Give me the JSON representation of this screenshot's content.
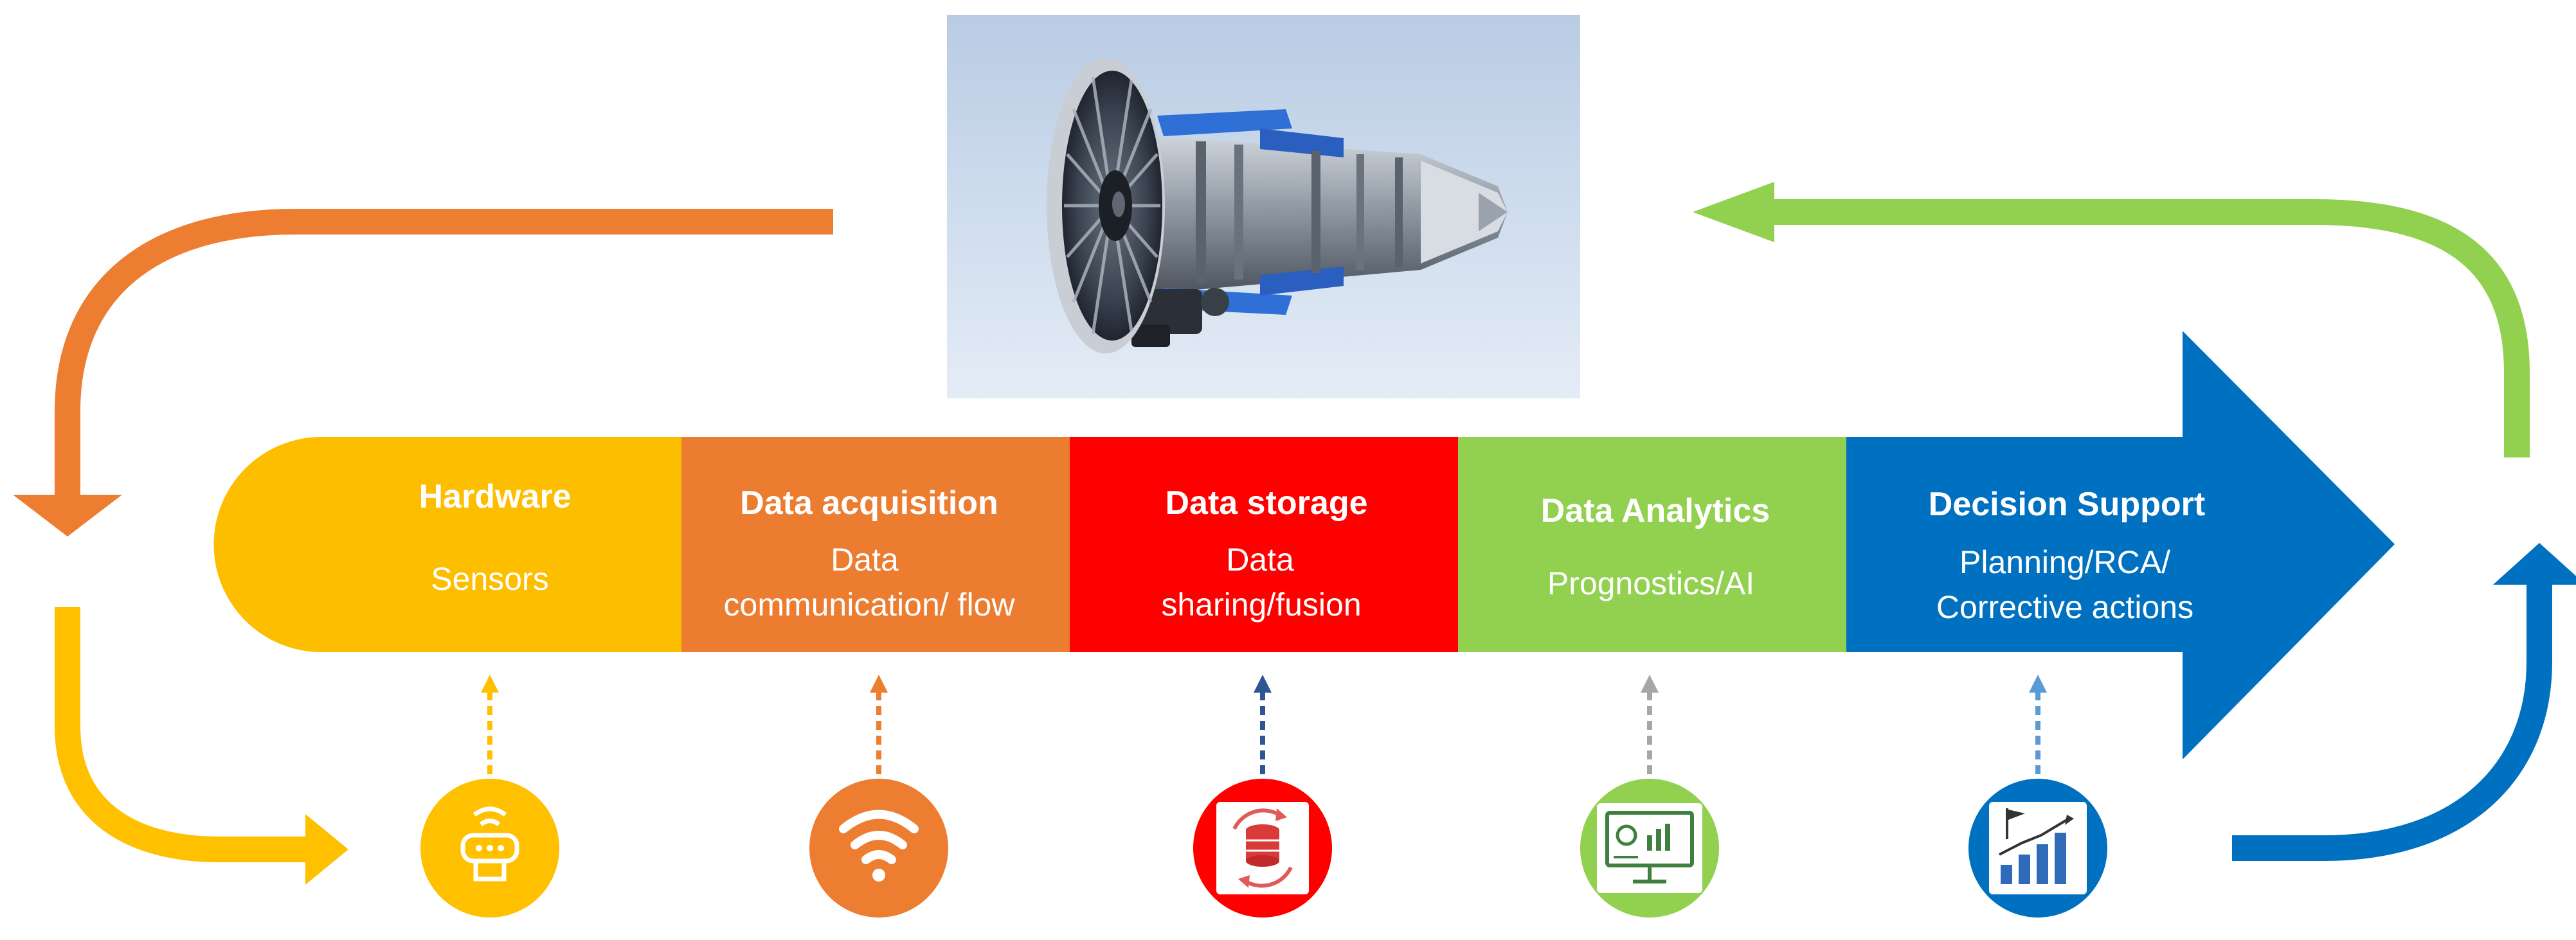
{
  "colors": {
    "hardware": "#FDBE00",
    "acquisition": "#EC7C30",
    "storage": "#FF0000",
    "analytics": "#92D050",
    "decision": "#0070C0",
    "orange_arrow": "#ED7D31",
    "yellow_arrow": "#FFC000",
    "green_arrow": "#92D050",
    "blue_arrow": "#0070C0"
  },
  "stages": [
    {
      "title": "Hardware",
      "sub1": "Sensors",
      "sub2": "",
      "icon": "sensor-device-icon"
    },
    {
      "title": "Data acquisition",
      "sub1": "Data",
      "sub2": "communication/ flow",
      "icon": "wireless-signal-icon"
    },
    {
      "title": "Data storage",
      "sub1": "Data",
      "sub2": "sharing/fusion",
      "icon": "database-sync-icon"
    },
    {
      "title": "Data Analytics",
      "sub1": "Prognostics/AI",
      "sub2": "",
      "icon": "analytics-monitor-icon"
    },
    {
      "title": "Decision Support",
      "sub1": "Planning/RCA/",
      "sub2": "Corrective actions",
      "icon": "growth-chart-flag-icon"
    }
  ],
  "image": {
    "icon": "jet-engine-image"
  }
}
